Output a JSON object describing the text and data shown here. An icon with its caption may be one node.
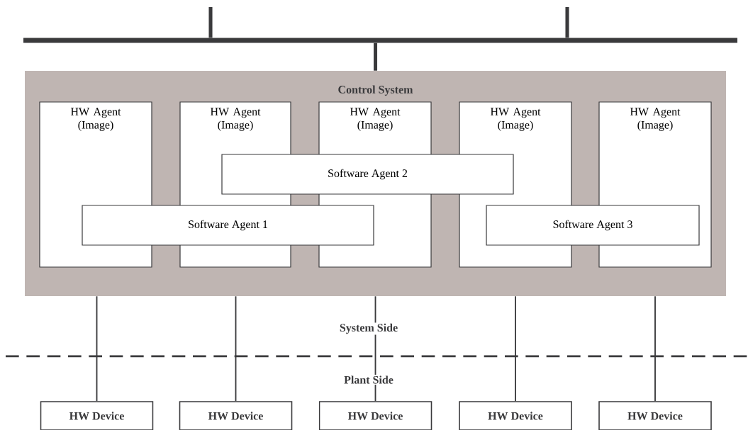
{
  "diagram": {
    "nodes": [
      {
        "text": [],
        "shape": "bar"
      },
      {
        "text": [
          "Control System"
        ]
      },
      {
        "text": [
          "HW Agent (Image)"
        ],
        "in": 1
      },
      {
        "text": [
          "HW Agent (Image)"
        ],
        "in": 1
      },
      {
        "text": [
          "HW Agent (Image)"
        ],
        "in": 1
      },
      {
        "text": [
          "HW Agent (Image)"
        ],
        "in": 1
      },
      {
        "text": [
          "HW Agent (Image)"
        ],
        "in": 1
      },
      {
        "text": [
          "Software Agent 2"
        ],
        "in": 1
      },
      {
        "text": [
          "Software Agent 1"
        ],
        "in": 1
      },
      {
        "text": [
          "Software Agent 3"
        ],
        "in": 1
      },
      {
        "text": [
          "HW Device"
        ]
      },
      {
        "text": [
          "HW Device"
        ]
      },
      {
        "text": [
          "HW Device"
        ]
      },
      {
        "text": [
          "HW Device"
        ]
      },
      {
        "text": [
          "HW Device"
        ]
      }
    ],
    "edges": [
      {
        "from": null,
        "to": 0,
        "arrow": "none",
        "style": "thick"
      },
      {
        "from": null,
        "to": 0,
        "arrow": "none",
        "style": "thick"
      },
      {
        "from": 0,
        "to": 1,
        "arrow": "none",
        "style": "thick"
      },
      {
        "from": 1,
        "to": 10,
        "arrow": "none"
      },
      {
        "from": 1,
        "to": 11,
        "arrow": "none"
      },
      {
        "from": 1,
        "to": 12,
        "arrow": "none"
      },
      {
        "from": 1,
        "to": 13,
        "arrow": "none"
      },
      {
        "from": 1,
        "to": 14,
        "arrow": "none"
      }
    ],
    "labels": [
      "System Side",
      "Plant Side"
    ]
  }
}
